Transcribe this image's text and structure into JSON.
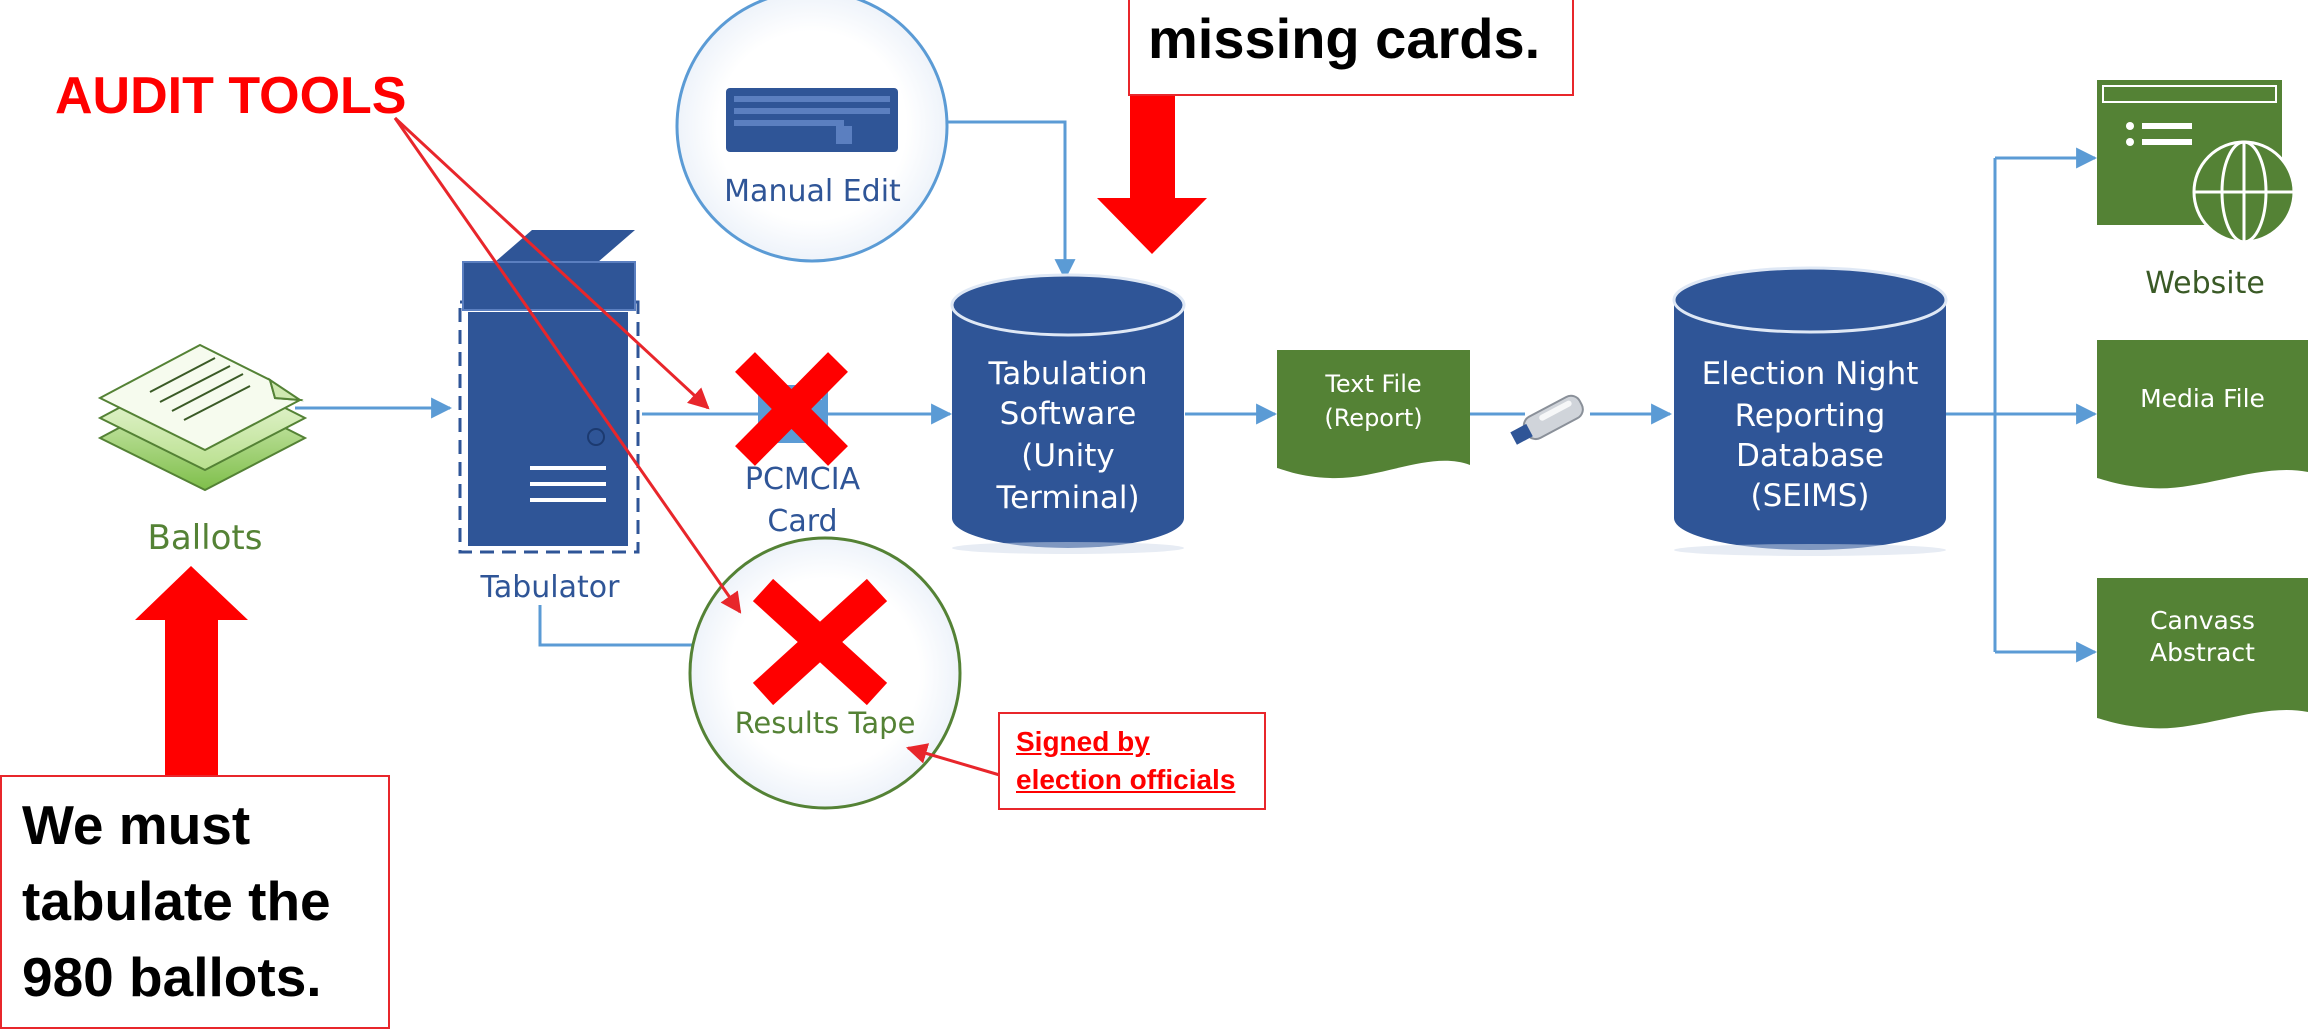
{
  "callouts": {
    "audit_tools": "AUDIT TOOLS",
    "missing_cards": "missing cards.",
    "must_tabulate": [
      "We must",
      "tabulate the",
      "980 ballots."
    ],
    "signed_by": [
      "Signed by",
      "election officials"
    ]
  },
  "nodes": {
    "ballots": "Ballots",
    "tabulator": "Tabulator",
    "manual_edit": "Manual Edit",
    "pcmcia": [
      "PCMCIA",
      "Card"
    ],
    "results_tape": "Results Tape",
    "tabulation_software": [
      "Tabulation",
      "Software",
      "(Unity",
      "Terminal)"
    ],
    "text_file": [
      "Text File",
      "(Report)"
    ],
    "enr_database": [
      "Election Night",
      "Reporting",
      "Database",
      "(SEIMS)"
    ],
    "website": "Website",
    "media_file": "Media File",
    "canvass_abstract": [
      "Canvass",
      "Abstract"
    ]
  },
  "colors": {
    "blue": "#2f5597",
    "line_blue": "#5b9bd5",
    "green": "#548235",
    "red": "#ff0000"
  }
}
